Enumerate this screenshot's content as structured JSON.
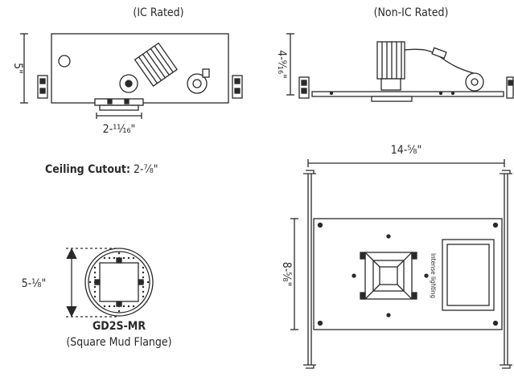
{
  "labels": {
    "ic_rated": "(IC Rated)",
    "non_ic_rated": "(Non-IC Rated)",
    "dim_ic_height": "5\"",
    "dim_nonic_height": "4-⁹⁄₁₆\"",
    "dim_aperture": "2-¹¹⁄₁₆\"",
    "ceiling_cutout_label": "Ceiling Cutout:",
    "ceiling_cutout_value": "2-⁷⁄₈\"",
    "dim_flange": "5-¹⁄₈\"",
    "model": "GD2S-MR",
    "model_desc": "(Square Mud Flange)",
    "dim_width": "14-⁵⁄₈\"",
    "dim_depth": "8-⁵⁄₈\"",
    "frame_text": "Intense lighting"
  },
  "colors": {
    "line": "#2a2a2a",
    "fill_light": "#f2f2f2",
    "fill_dark": "#1e1e1e"
  }
}
